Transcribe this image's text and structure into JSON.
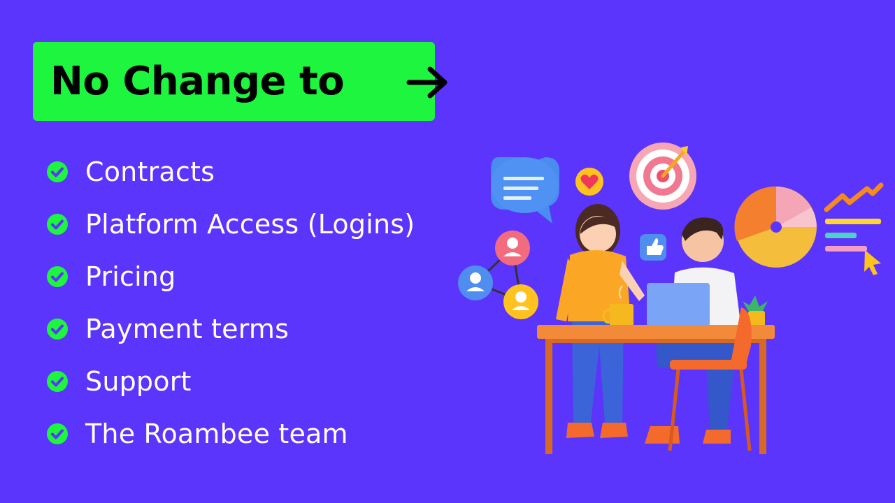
{
  "banner": {
    "title": "No Change to",
    "color": "#1ef53f"
  },
  "checklist": {
    "items": [
      {
        "label": "Contracts"
      },
      {
        "label": "Platform Access (Logins)"
      },
      {
        "label": "Pricing"
      },
      {
        "label": "Payment terms"
      },
      {
        "label": "Support"
      },
      {
        "label": "The Roambee team"
      }
    ],
    "check_color": "#1ef53f"
  },
  "background_color": "#5b35fb",
  "illustration": {
    "subject": "two-people-at-desk-with-laptop"
  }
}
